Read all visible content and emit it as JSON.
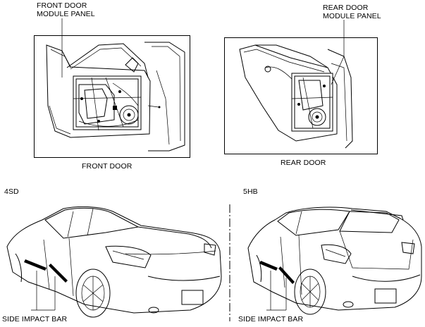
{
  "labels": {
    "front_panel_line1": "FRONT DOOR",
    "front_panel_line2": "MODULE PANEL",
    "rear_panel_line1": "REAR DOOR",
    "rear_panel_line2": "MODULE PANEL",
    "front_door": "FRONT DOOR",
    "rear_door": "REAR DOOR",
    "variant_sedan": "4SD",
    "variant_hatch": "5HB",
    "side_impact_bar_sedan": "SIDE IMPACT BAR",
    "side_impact_bar_hatch": "SIDE IMPACT BAR"
  }
}
